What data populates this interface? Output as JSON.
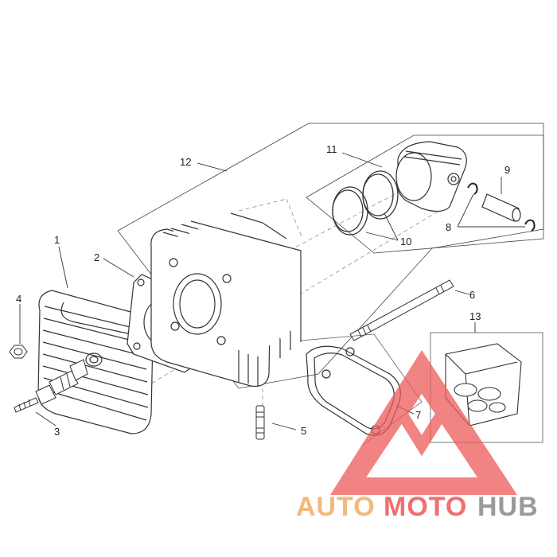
{
  "callouts": [
    {
      "id": "1",
      "text": "1"
    },
    {
      "id": "2",
      "text": "2"
    },
    {
      "id": "3",
      "text": "3"
    },
    {
      "id": "4",
      "text": "4"
    },
    {
      "id": "5",
      "text": "5"
    },
    {
      "id": "6",
      "text": "6"
    },
    {
      "id": "7",
      "text": "7"
    },
    {
      "id": "8",
      "text": "8"
    },
    {
      "id": "9",
      "text": "9"
    },
    {
      "id": "10",
      "text": "10"
    },
    {
      "id": "11",
      "text": "11"
    },
    {
      "id": "12",
      "text": "12"
    },
    {
      "id": "13",
      "text": "13"
    }
  ],
  "watermark": {
    "part1": "AUTO",
    "part2": "MOTO",
    "part3": "HUB",
    "colors": {
      "auto": "#f2b97a",
      "moto": "#ef6f6f",
      "hub": "#9a9a9a",
      "logo": "#ee5a5a"
    }
  },
  "line_color": "#333333"
}
